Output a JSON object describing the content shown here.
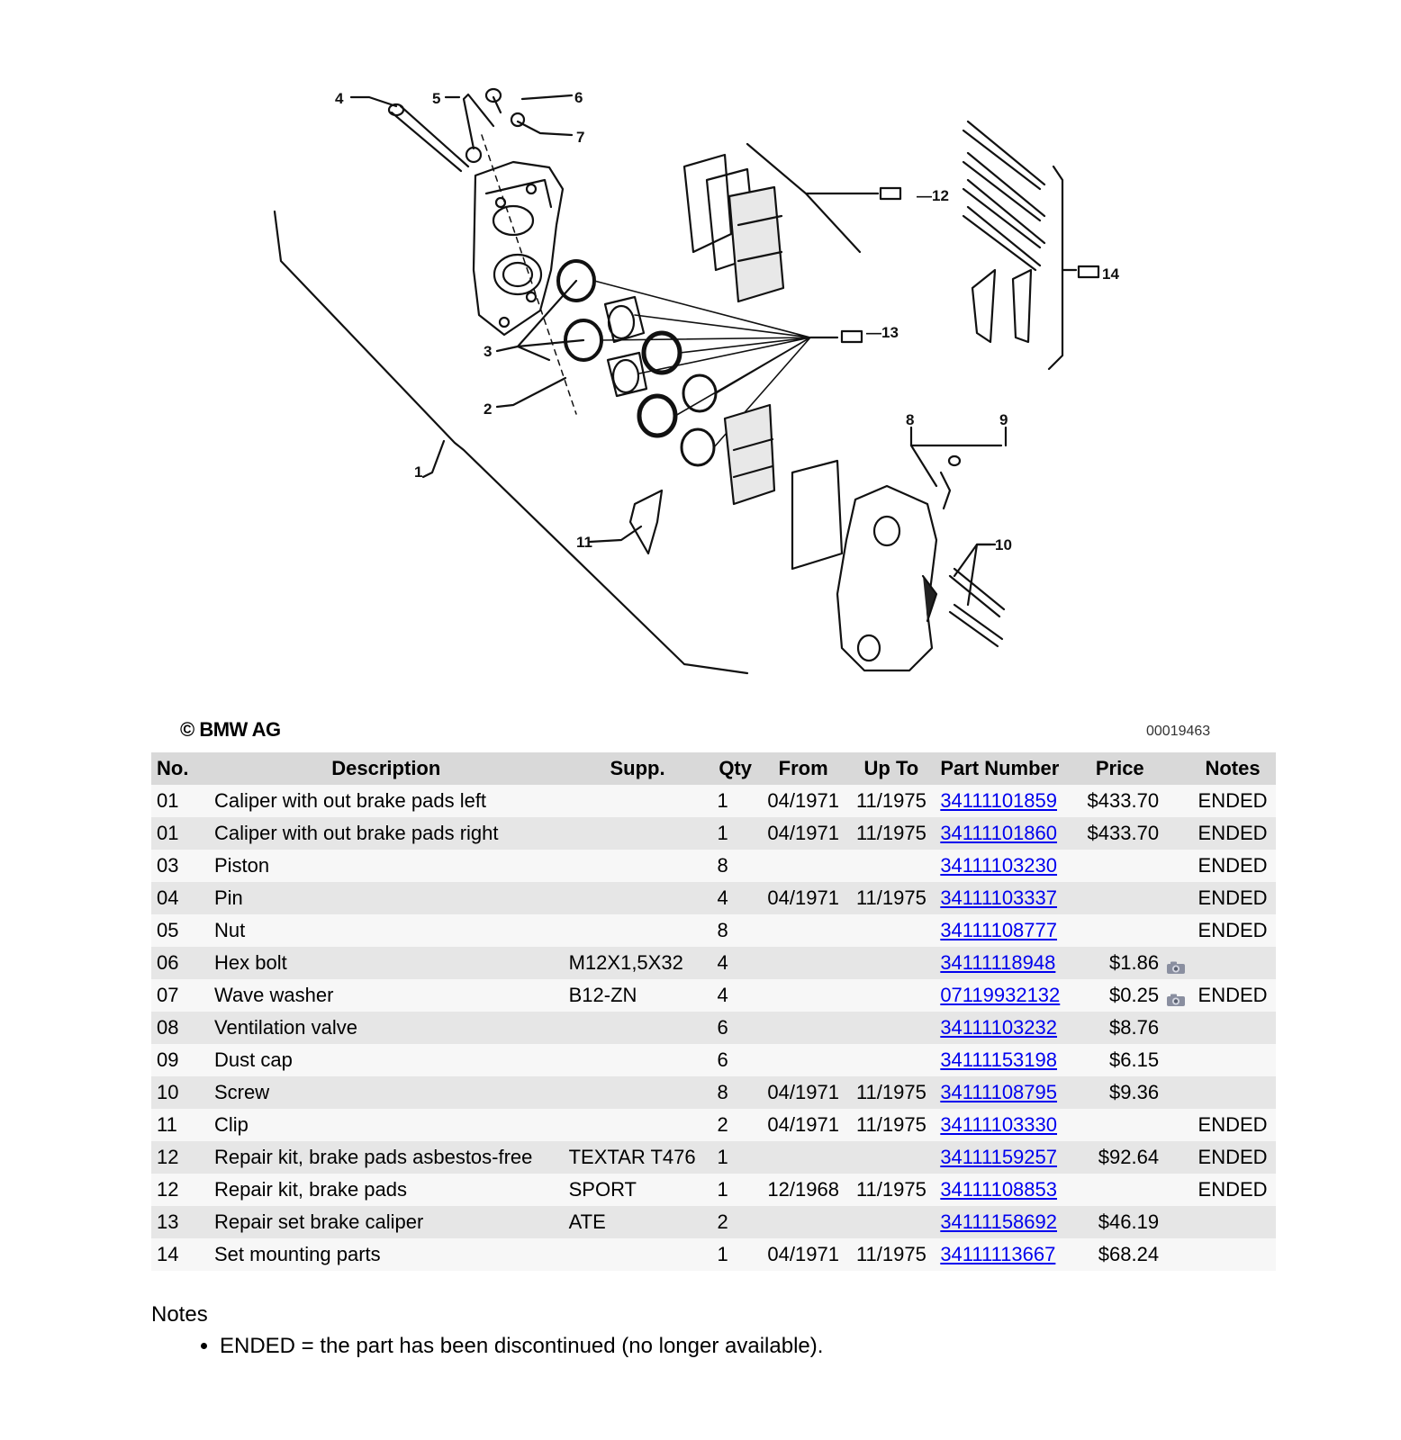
{
  "diagram": {
    "callouts": [
      "1",
      "2",
      "3",
      "4",
      "5",
      "6",
      "7",
      "8",
      "9",
      "10",
      "11",
      "12",
      "13",
      "14"
    ],
    "copyright": "© BMW AG",
    "image_id": "00019463"
  },
  "table": {
    "headers": {
      "no": "No.",
      "description": "Description",
      "supp": "Supp.",
      "qty": "Qty",
      "from": "From",
      "upto": "Up To",
      "part_number": "Part Number",
      "price": "Price",
      "notes": "Notes"
    },
    "rows": [
      {
        "no": "01",
        "description": "Caliper with out brake pads left",
        "supp": "",
        "qty": "1",
        "from": "04/1971",
        "upto": "11/1975",
        "part_number": "34111101859",
        "price": "$433.70",
        "photo": false,
        "notes": "ENDED"
      },
      {
        "no": "01",
        "description": "Caliper with out brake pads right",
        "supp": "",
        "qty": "1",
        "from": "04/1971",
        "upto": "11/1975",
        "part_number": "34111101860",
        "price": "$433.70",
        "photo": false,
        "notes": "ENDED"
      },
      {
        "no": "03",
        "description": "Piston",
        "supp": "",
        "qty": "8",
        "from": "",
        "upto": "",
        "part_number": "34111103230",
        "price": "",
        "photo": false,
        "notes": "ENDED"
      },
      {
        "no": "04",
        "description": "Pin",
        "supp": "",
        "qty": "4",
        "from": "04/1971",
        "upto": "11/1975",
        "part_number": "34111103337",
        "price": "",
        "photo": false,
        "notes": "ENDED"
      },
      {
        "no": "05",
        "description": "Nut",
        "supp": "",
        "qty": "8",
        "from": "",
        "upto": "",
        "part_number": "34111108777",
        "price": "",
        "photo": false,
        "notes": "ENDED"
      },
      {
        "no": "06",
        "description": "Hex bolt",
        "supp": "M12X1,5X32",
        "qty": "4",
        "from": "",
        "upto": "",
        "part_number": "34111118948",
        "price": "$1.86",
        "photo": true,
        "notes": ""
      },
      {
        "no": "07",
        "description": "Wave washer",
        "supp": "B12-ZN",
        "qty": "4",
        "from": "",
        "upto": "",
        "part_number": "07119932132",
        "price": "$0.25",
        "photo": true,
        "notes": "ENDED"
      },
      {
        "no": "08",
        "description": "Ventilation valve",
        "supp": "",
        "qty": "6",
        "from": "",
        "upto": "",
        "part_number": "34111103232",
        "price": "$8.76",
        "photo": false,
        "notes": ""
      },
      {
        "no": "09",
        "description": "Dust cap",
        "supp": "",
        "qty": "6",
        "from": "",
        "upto": "",
        "part_number": "34111153198",
        "price": "$6.15",
        "photo": false,
        "notes": ""
      },
      {
        "no": "10",
        "description": "Screw",
        "supp": "",
        "qty": "8",
        "from": "04/1971",
        "upto": "11/1975",
        "part_number": "34111108795",
        "price": "$9.36",
        "photo": false,
        "notes": ""
      },
      {
        "no": "11",
        "description": "Clip",
        "supp": "",
        "qty": "2",
        "from": "04/1971",
        "upto": "11/1975",
        "part_number": "34111103330",
        "price": "",
        "photo": false,
        "notes": "ENDED"
      },
      {
        "no": "12",
        "description": "Repair kit, brake pads asbestos-free",
        "supp": "TEXTAR T476",
        "qty": "1",
        "from": "",
        "upto": "",
        "part_number": "34111159257",
        "price": "$92.64",
        "photo": false,
        "notes": "ENDED"
      },
      {
        "no": "12",
        "description": "Repair kit, brake pads",
        "supp": "SPORT",
        "qty": "1",
        "from": "12/1968",
        "upto": "11/1975",
        "part_number": "34111108853",
        "price": "",
        "photo": false,
        "notes": "ENDED"
      },
      {
        "no": "13",
        "description": "Repair set brake caliper",
        "supp": "ATE",
        "qty": "2",
        "from": "",
        "upto": "",
        "part_number": "34111158692",
        "price": "$46.19",
        "photo": false,
        "notes": ""
      },
      {
        "no": "14",
        "description": "Set mounting parts",
        "supp": "",
        "qty": "1",
        "from": "04/1971",
        "upto": "11/1975",
        "part_number": "34111113667",
        "price": "$68.24",
        "photo": false,
        "notes": ""
      }
    ]
  },
  "notes_section": {
    "heading": "Notes",
    "items": [
      "ENDED = the part has been discontinued (no longer available)."
    ]
  },
  "colors": {
    "link": "#0000ee",
    "header_bg": "#d9d9d9",
    "row_even": "#e6e6e6",
    "row_odd": "#f7f7f7"
  }
}
